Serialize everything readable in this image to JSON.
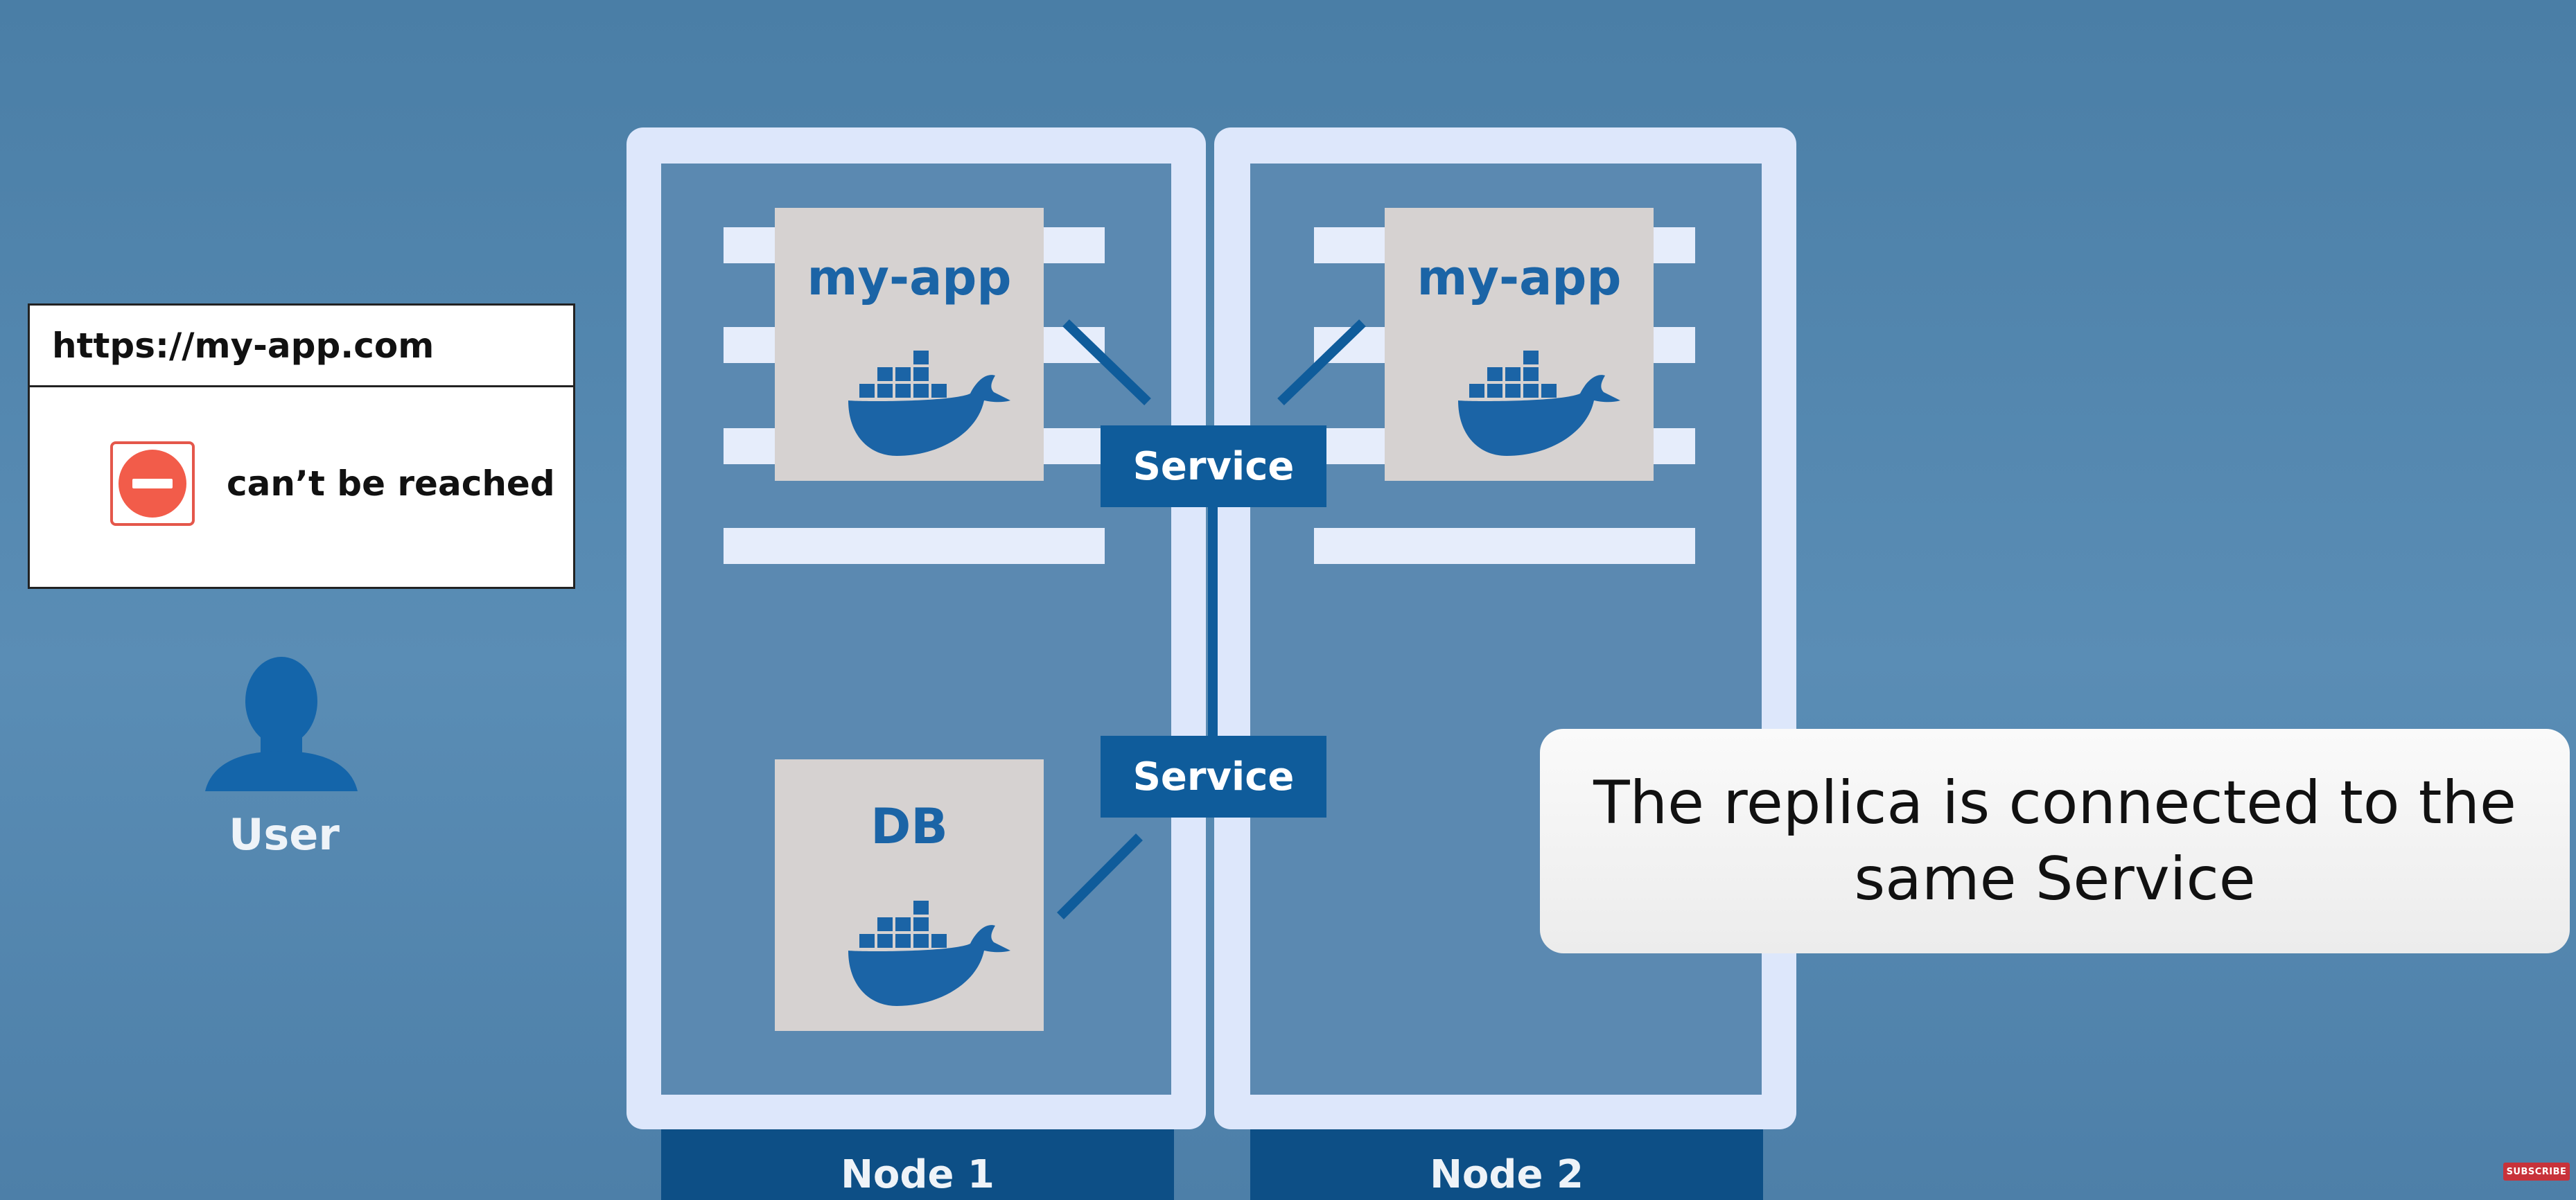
{
  "browser": {
    "url": "https://my-app.com",
    "error_text": "can’t be reached",
    "error_icon": "no-entry-icon"
  },
  "user": {
    "label": "User",
    "icon": "person-icon"
  },
  "nodes": [
    {
      "label": "Node 1"
    },
    {
      "label": "Node 2"
    }
  ],
  "pods": {
    "app1": {
      "label": "my-app",
      "icon": "docker-whale-icon"
    },
    "app2": {
      "label": "my-app",
      "icon": "docker-whale-icon"
    },
    "db": {
      "label": "DB",
      "icon": "docker-whale-icon"
    }
  },
  "services": {
    "app": {
      "label": "Service"
    },
    "db": {
      "label": "Service"
    }
  },
  "caption": "The replica is connected to the same Service",
  "subscribe_badge": "SUBSCRIBE",
  "colors": {
    "background": "#5a8db5",
    "node_frame": "#dde7fb",
    "service": "#0f5c9b",
    "pod_box": "#d6d2d1",
    "pod_text": "#1b64a6",
    "error_red": "#f25c4a"
  }
}
